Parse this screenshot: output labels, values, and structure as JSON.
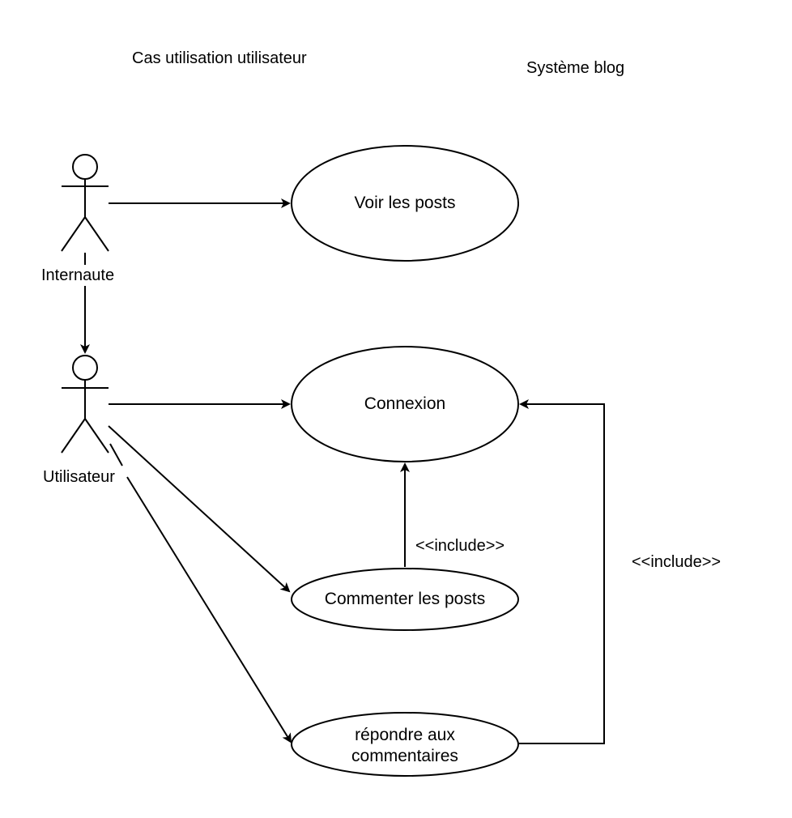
{
  "diagram": {
    "title": "Cas utilisation utilisateur",
    "system_label": "Système blog",
    "actors": {
      "internaute": "Internaute",
      "utilisateur": "Utilisateur"
    },
    "use_cases": {
      "voir_posts": "Voir les posts",
      "connexion": "Connexion",
      "commenter_posts": "Commenter les posts",
      "repondre_line1": "répondre aux",
      "repondre_line2": "commentaires"
    },
    "relations": {
      "include_commenter": "<<include>>",
      "include_repondre": "<<include>>"
    }
  }
}
